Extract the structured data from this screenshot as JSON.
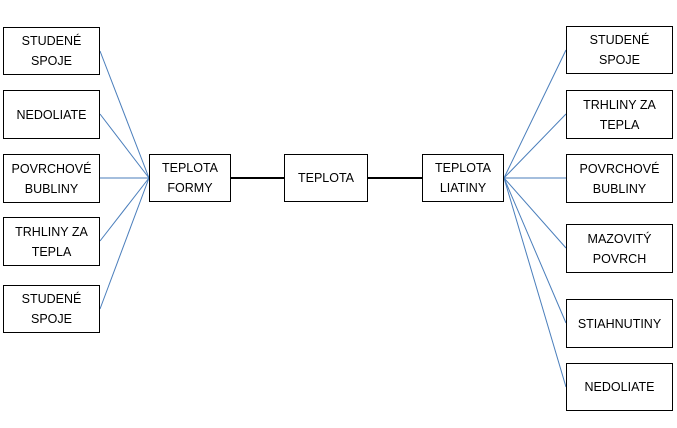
{
  "colors": {
    "connector": "#4a7ebb",
    "trunk": "#000000",
    "border": "#000000"
  },
  "left_causes": [
    "STUDENÉ\nSPOJE",
    "NEDOLIATE",
    "POVRCHOVÉ\nBUBLINY",
    "TRHLINY ZA\nTEPLA",
    "STUDENÉ\nSPOJE"
  ],
  "center": {
    "left_hub": "TEPLOTA\nFORMY",
    "root": "TEPLOTA",
    "right_hub": "TEPLOTA\nLIATINY"
  },
  "right_causes": [
    "STUDENÉ\nSPOJE",
    "TRHLINY ZA\nTEPLA",
    "POVRCHOVÉ\nBUBLINY",
    "MAZOVITÝ\nPOVRCH",
    "STIAHNUTINY",
    "NEDOLIATE"
  ]
}
